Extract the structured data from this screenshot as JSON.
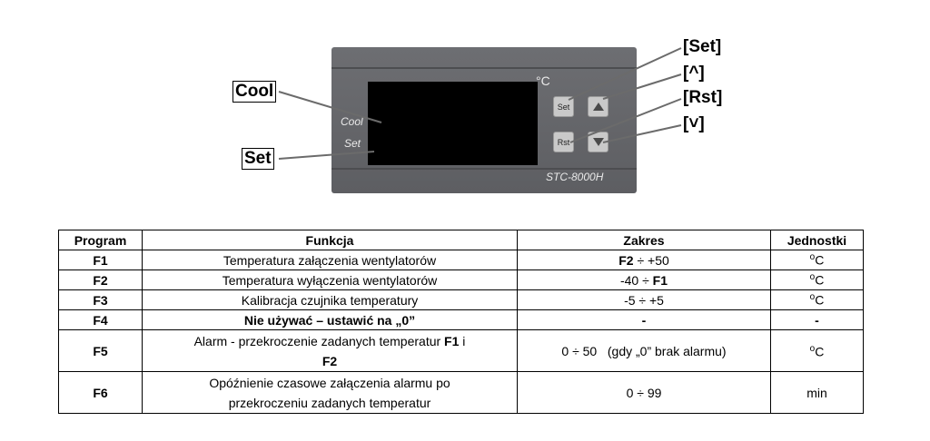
{
  "figure": {
    "device_label_cool": "Cool",
    "device_label_set": "Set",
    "device_unit": "°C",
    "model": "STC-8000H",
    "buttons": {
      "set": "Set",
      "rst": "Rst",
      "up_icon": "triangle-up",
      "down_icon": "triangle-down"
    },
    "callouts": {
      "cool": "Cool",
      "set": "Set",
      "btn_set": "[Set]",
      "btn_up": "[^]",
      "btn_rst": "[Rst]",
      "btn_down": "[˅]"
    }
  },
  "table": {
    "headers": [
      "Program",
      "Funkcja",
      "Zakres",
      "Jednostki"
    ],
    "rows": [
      {
        "program": "F1",
        "funkcja": "Temperatura załączenia wentylatorów",
        "zakres_a": "F2",
        "zakres_b": "  ÷ +50",
        "jednostki_sup": "o",
        "jednostki": "C"
      },
      {
        "program": "F2",
        "funkcja": "Temperatura wyłączenia wentylatorów",
        "zakres_a": "-40 ÷ ",
        "zakres_b": "F1",
        "jednostki_sup": "o",
        "jednostki": "C"
      },
      {
        "program": "F3",
        "funkcja": "Kalibracja czujnika temperatury",
        "zakres": "-5 ÷ +5",
        "jednostki_sup": "o",
        "jednostki": "C"
      },
      {
        "program": "F4",
        "funkcja": "Nie używać – ustawić na „0”",
        "zakres": "-",
        "jednostki": "-"
      },
      {
        "program": "F5",
        "funkcja_a": "Alarm - przekroczenie zadanych temperatur ",
        "funkcja_b": "F1",
        "funkcja_c": " i",
        "funkcja_d": "F2",
        "zakres": "0 ÷ 50   (gdy „0” brak alarmu)",
        "jednostki_sup": "o",
        "jednostki": "C"
      },
      {
        "program": "F6",
        "funkcja_a": "Opóźnienie czasowe załączenia alarmu po",
        "funkcja_b": "przekroczeniu zadanych temperatur",
        "zakres": "0 ÷ 99",
        "jednostki": "min"
      }
    ]
  }
}
